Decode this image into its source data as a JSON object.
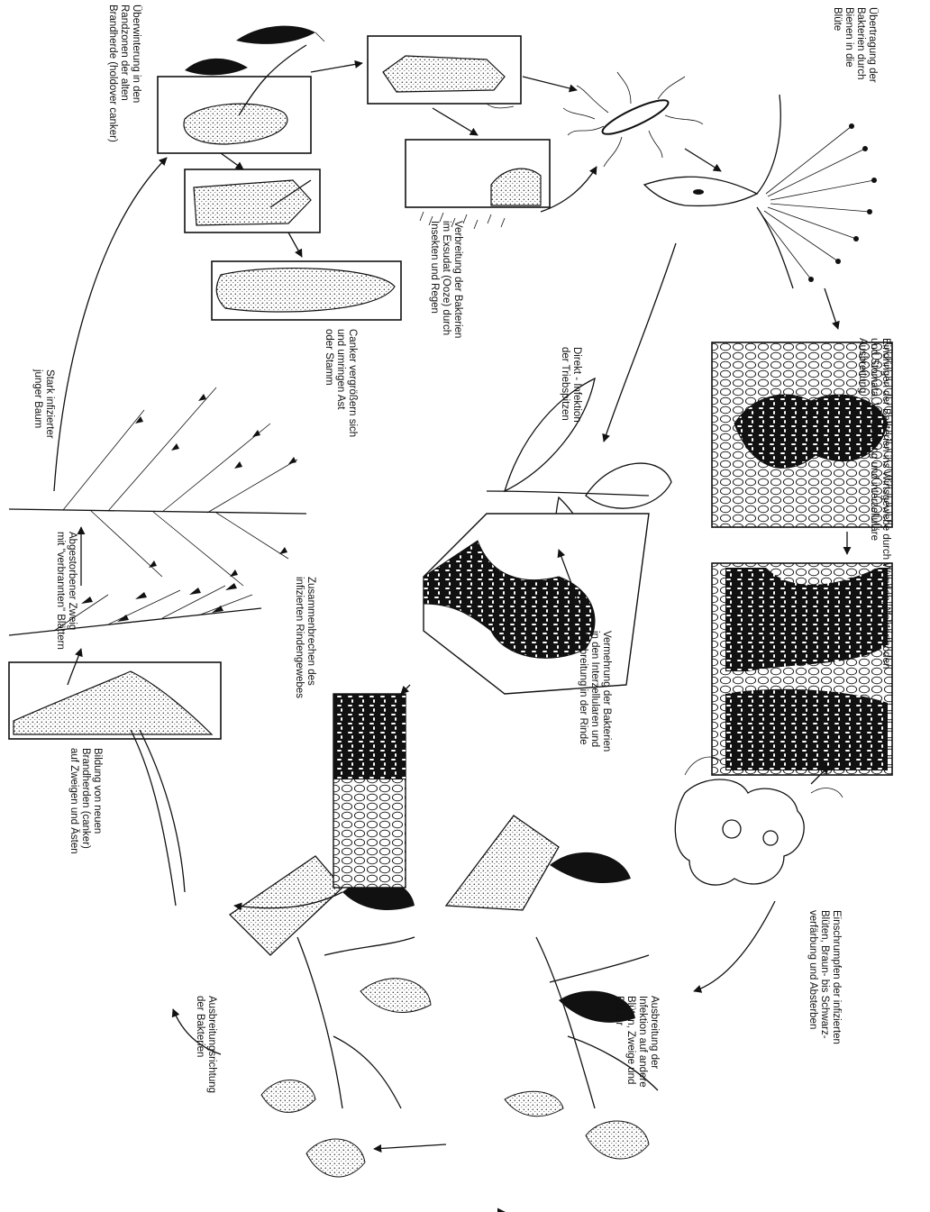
{
  "labels": {
    "bees": "Übertragung der\nBakterien durch\nBienen in die\nBlüte",
    "entry": "Eindringen der Bakterien ins Wirtsgewebe durch Wunden, Nektarthoden\nund Stomata, Vermehrung und interzelluläre\nAusbreitung",
    "shrivel": "Einschrumpfen der infizierten\nBlüten, Braun- bis Schwarz-\nverfärbung und Absterben",
    "spread_infection": "Ausbreitung der\nInfektion auf andere\nBlüten, Zweige und\nBlätter",
    "direction": "Ausbreitungsrichtung\nder Bakterien",
    "new_cankers": "Bildung von neuen\nBrandherden (canker)\nauf Zweigen und Ästen",
    "dead_twig": "Abgestorbener Zweig\nmit \"verbrannten\" Blättern",
    "young_tree": "Stark infizierter\njunger Baum",
    "overwinter": "Überwinterung in den\nRandzonen der alten\nBrandherde (holdover canker)",
    "canker_enlarge": "Canker vergrößern sich\nund umringen Ast\noder Stamm",
    "ooze": "Verbreitung der Bakterien\nim Exsudat (Ooze) durch\nInsekten und Regen",
    "direct": "Direkt - Infektion\nder Triebspitzen",
    "multiply": "Vermehrung der Bakterien\nin den Interzellularen und\nAusbreitung in der Rinde",
    "collapse": "Zusammenbrechen des\ninfizierten Rindengewebes"
  }
}
